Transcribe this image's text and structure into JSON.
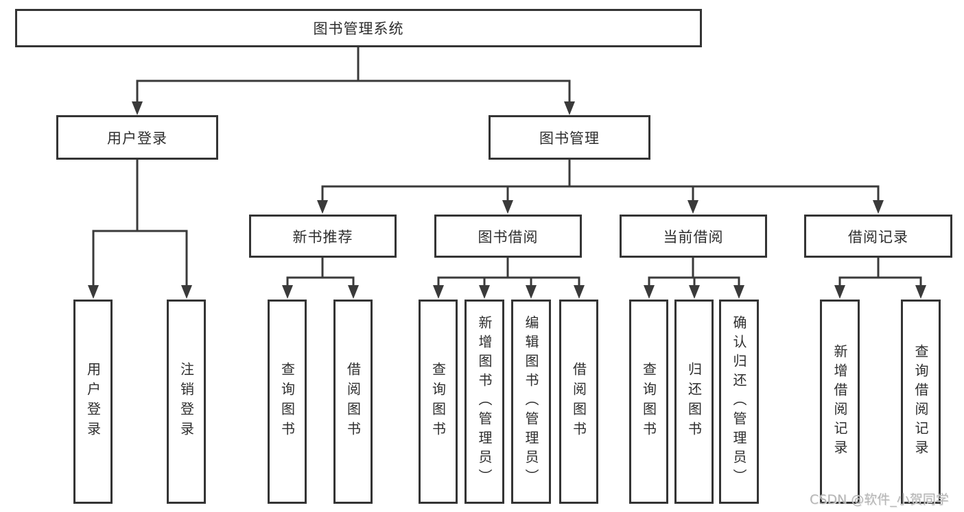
{
  "diagram_type": "hierarchy",
  "colors": {
    "line": "#3a3a3a",
    "node_border": "#343434",
    "node_text": "#2e2e2e",
    "watermark": "#aeaeae",
    "background": "#ffffff"
  },
  "tree": {
    "label": "图书管理系统",
    "children": [
      {
        "label": "用户登录",
        "children": [
          {
            "label": "用户登录"
          },
          {
            "label": "注销登录"
          }
        ]
      },
      {
        "label": "图书管理",
        "children": [
          {
            "label": "新书推荐",
            "children": [
              {
                "label": "查询图书"
              },
              {
                "label": "借阅图书"
              }
            ]
          },
          {
            "label": "图书借阅",
            "children": [
              {
                "label": "查询图书"
              },
              {
                "label": "新增图书（管理员）"
              },
              {
                "label": "编辑图书（管理员）"
              },
              {
                "label": "借阅图书"
              }
            ]
          },
          {
            "label": "当前借阅",
            "children": [
              {
                "label": "查询图书"
              },
              {
                "label": "归还图书"
              },
              {
                "label": "确认归还（管理员）"
              }
            ]
          },
          {
            "label": "借阅记录",
            "children": [
              {
                "label": "新增借阅记录"
              },
              {
                "label": "查询借阅记录"
              }
            ]
          }
        ]
      }
    ]
  },
  "watermark": {
    "text": "CSDN @软件_小贺同学"
  }
}
